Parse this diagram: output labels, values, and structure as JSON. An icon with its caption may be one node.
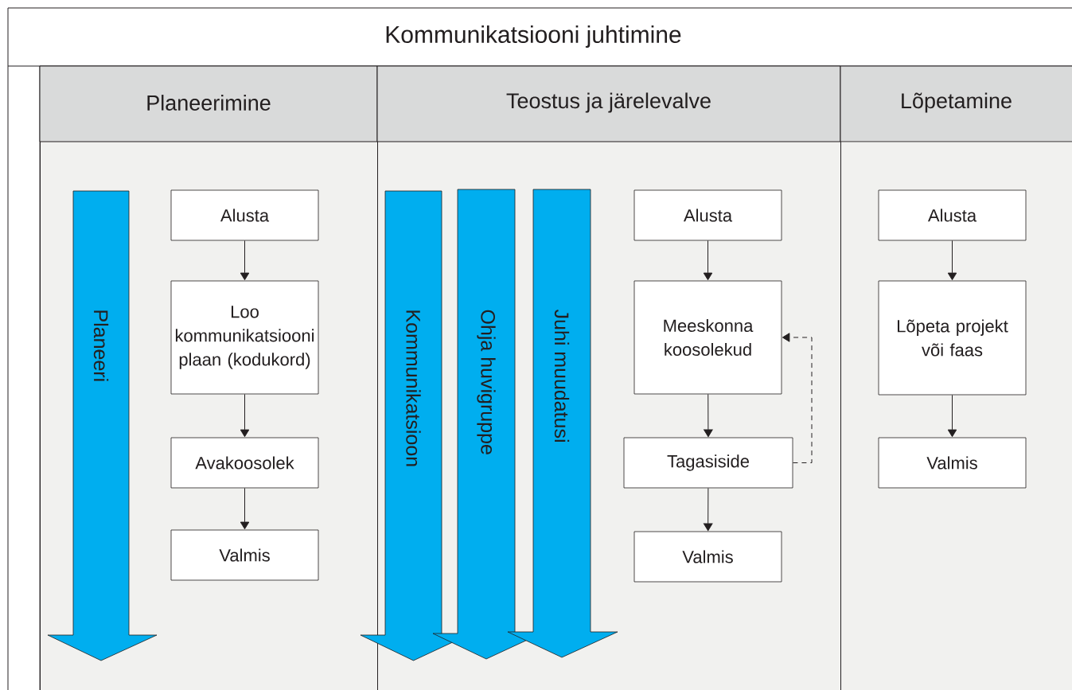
{
  "diagram": {
    "title": "Kommunikatsiooni juhtimine",
    "nodes": [
      {
        "text": [
          "Planeerimine"
        ]
      },
      {
        "text": [
          "Teostus ja järelevalve"
        ]
      },
      {
        "text": [
          "Lõpetamine"
        ]
      },
      {
        "text": [
          "Planeeri"
        ],
        "in": 0
      },
      {
        "text": [
          "Alusta"
        ],
        "in": 0
      },
      {
        "text": [
          "Loo kommunikatsiooni plaan (kodukord)"
        ],
        "in": 0
      },
      {
        "text": [
          "Avakoosolek"
        ],
        "in": 0
      },
      {
        "text": [
          "Valmis"
        ],
        "in": 0
      },
      {
        "text": [
          "Kommunikatsioon"
        ],
        "in": 1
      },
      {
        "text": [
          "Ohja huvigruppe"
        ],
        "in": 1
      },
      {
        "text": [
          "Juhi muudatusi"
        ],
        "in": 1
      },
      {
        "text": [
          "Alusta"
        ],
        "in": 1
      },
      {
        "text": [
          "Meeskonna koosolekud"
        ],
        "in": 1
      },
      {
        "text": [
          "Tagasiside"
        ],
        "in": 1
      },
      {
        "text": [
          "Valmis"
        ],
        "in": 1
      },
      {
        "text": [
          "Alusta"
        ],
        "in": 2
      },
      {
        "text": [
          "Lõpeta projekt või faas"
        ],
        "in": 2
      },
      {
        "text": [
          "Valmis"
        ],
        "in": 2
      }
    ],
    "edges": [
      {
        "from": 4,
        "to": 5,
        "arrow": "to"
      },
      {
        "from": 5,
        "to": 6,
        "arrow": "to"
      },
      {
        "from": 6,
        "to": 7,
        "arrow": "to"
      },
      {
        "from": 11,
        "to": 12,
        "arrow": "to"
      },
      {
        "from": 12,
        "to": 13,
        "arrow": "to"
      },
      {
        "from": 13,
        "to": 12,
        "arrow": "to",
        "style": "dashed"
      },
      {
        "from": 13,
        "to": 14,
        "arrow": "to"
      },
      {
        "from": 15,
        "to": 16,
        "arrow": "to"
      },
      {
        "from": 16,
        "to": 17,
        "arrow": "to"
      }
    ]
  }
}
